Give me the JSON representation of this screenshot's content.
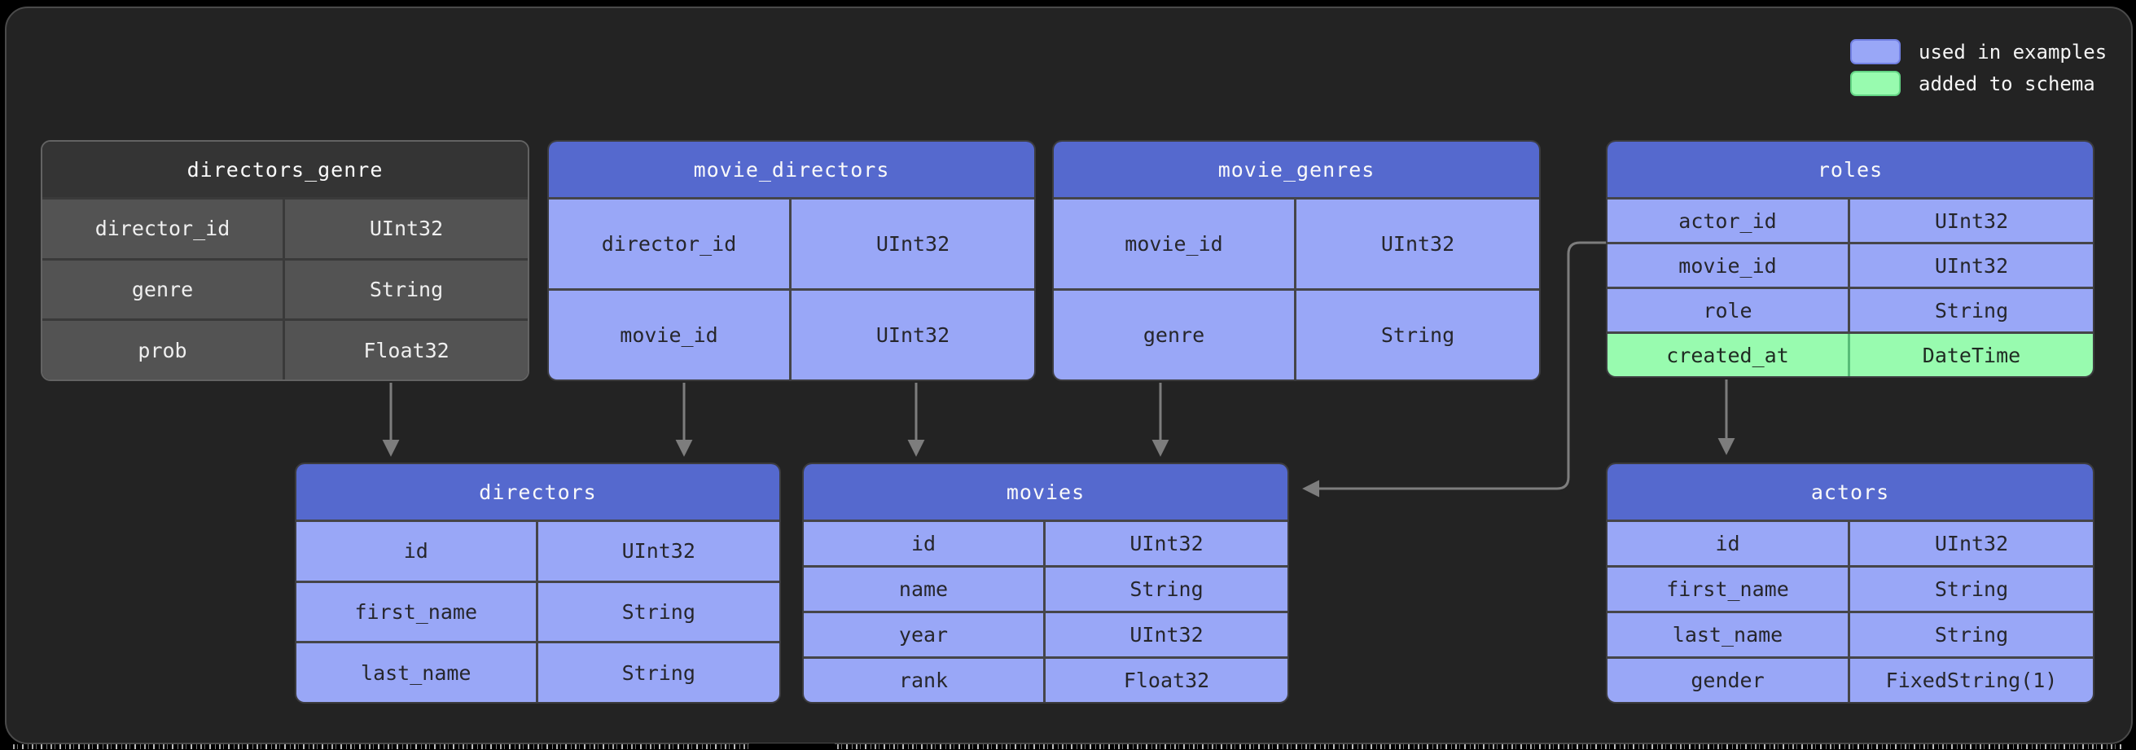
{
  "diagram": {
    "legend": [
      {
        "label": "used in examples",
        "color": "#99a7f7"
      },
      {
        "label": "added to schema",
        "color": "#98fbaf"
      }
    ],
    "tables": [
      {
        "name": "directors_genre",
        "style": "plain",
        "fields": [
          {
            "field": "director_id",
            "type": "UInt32"
          },
          {
            "field": "genre",
            "type": "String"
          },
          {
            "field": "prob",
            "type": "Float32"
          }
        ]
      },
      {
        "name": "movie_directors",
        "style": "used",
        "fields": [
          {
            "field": "director_id",
            "type": "UInt32"
          },
          {
            "field": "movie_id",
            "type": "UInt32"
          }
        ]
      },
      {
        "name": "movie_genres",
        "style": "used",
        "fields": [
          {
            "field": "movie_id",
            "type": "UInt32"
          },
          {
            "field": "genre",
            "type": "String"
          }
        ]
      },
      {
        "name": "roles",
        "style": "used",
        "fields": [
          {
            "field": "actor_id",
            "type": "UInt32"
          },
          {
            "field": "movie_id",
            "type": "UInt32"
          },
          {
            "field": "role",
            "type": "String"
          },
          {
            "field": "created_at",
            "type": "DateTime",
            "style": "added"
          }
        ]
      },
      {
        "name": "directors",
        "style": "used",
        "fields": [
          {
            "field": "id",
            "type": "UInt32"
          },
          {
            "field": "first_name",
            "type": "String"
          },
          {
            "field": "last_name",
            "type": "String"
          }
        ]
      },
      {
        "name": "movies",
        "style": "used",
        "fields": [
          {
            "field": "id",
            "type": "UInt32"
          },
          {
            "field": "name",
            "type": "String"
          },
          {
            "field": "year",
            "type": "UInt32"
          },
          {
            "field": "rank",
            "type": "Float32"
          }
        ]
      },
      {
        "name": "actors",
        "style": "used",
        "fields": [
          {
            "field": "id",
            "type": "UInt32"
          },
          {
            "field": "first_name",
            "type": "String"
          },
          {
            "field": "last_name",
            "type": "String"
          },
          {
            "field": "gender",
            "type": "FixedString(1)"
          }
        ]
      }
    ],
    "relations": [
      {
        "from": "directors_genre",
        "to": "directors"
      },
      {
        "from": "movie_directors",
        "to": "directors"
      },
      {
        "from": "movie_directors",
        "to": "movies"
      },
      {
        "from": "movie_genres",
        "to": "movies"
      },
      {
        "from": "roles",
        "to": "movies"
      },
      {
        "from": "roles",
        "to": "actors"
      }
    ],
    "colors": {
      "background": "#232323",
      "used_in_examples": "#99a7f7",
      "added_to_schema": "#98fbaf",
      "header_blue": "#5569ce",
      "gray_header": "#343434",
      "gray_row": "#535353",
      "connector": "#7d7d7d"
    }
  }
}
